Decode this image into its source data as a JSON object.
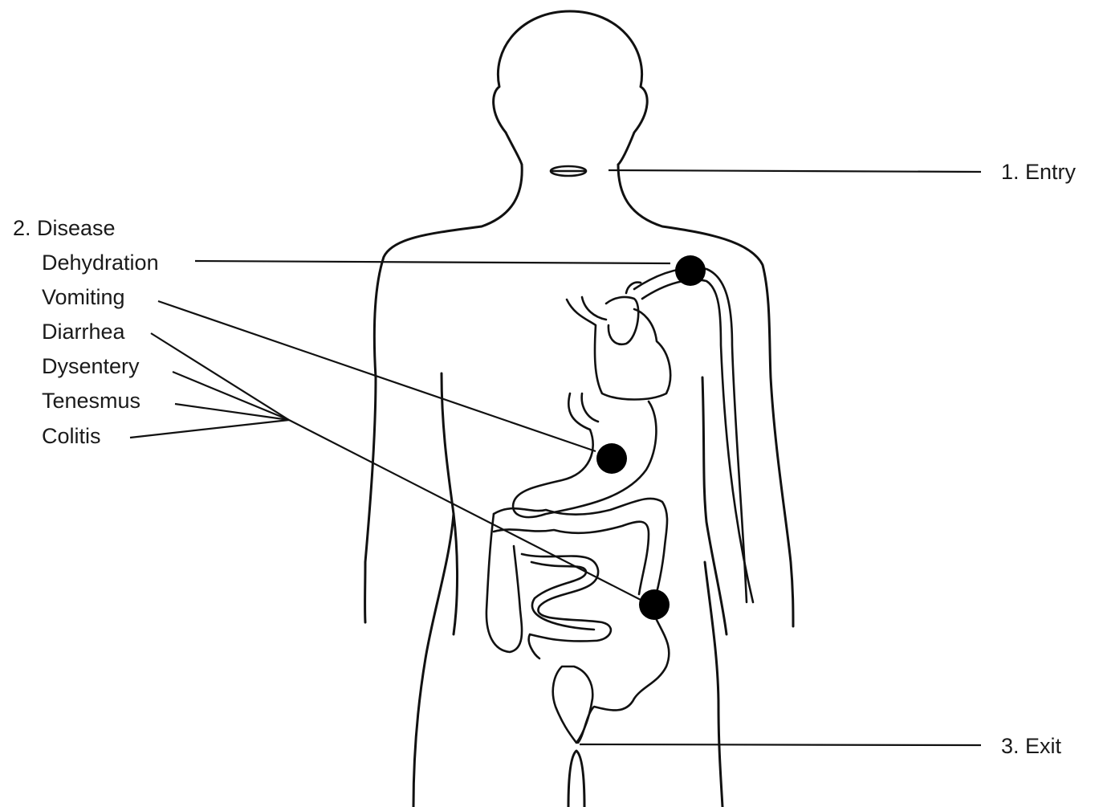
{
  "labels": {
    "entry": "1. Entry",
    "disease_heading": "2. Disease",
    "exit": "3. Exit",
    "symptoms": [
      "Dehydration",
      "Vomiting",
      "Diarrhea",
      "Dysentery",
      "Tenesmus",
      "Colitis"
    ]
  },
  "icons": {
    "site_marker": "filled-circle"
  },
  "colors": {
    "line": "#111111",
    "marker": "#000000",
    "background": "#ffffff"
  }
}
